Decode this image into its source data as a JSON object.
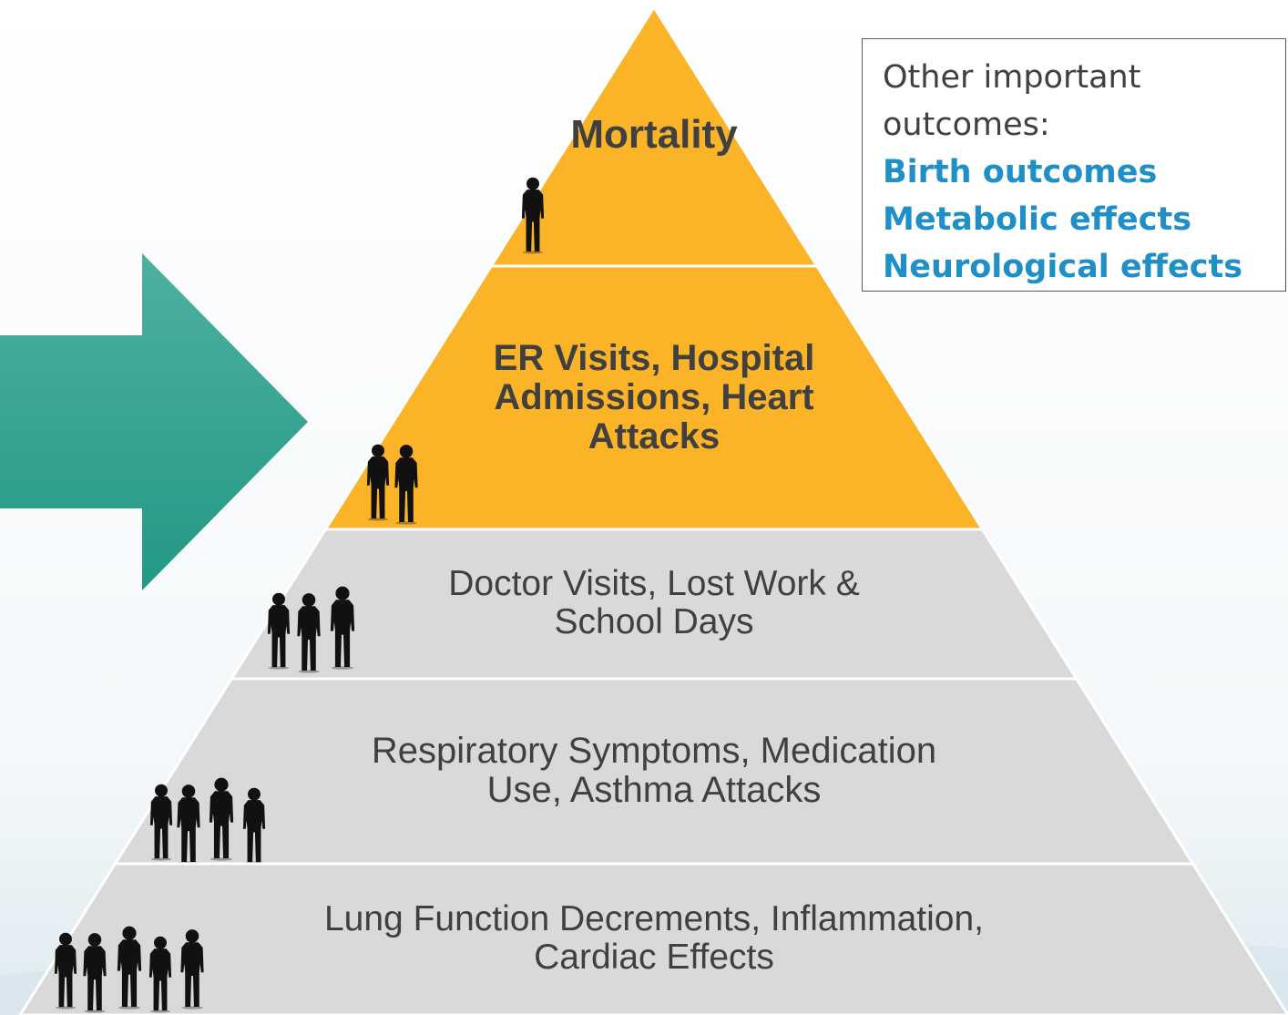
{
  "pyramid": {
    "tiers": [
      {
        "label": "Mortality",
        "people_count": 1,
        "highlight": true
      },
      {
        "label": "ER Visits, Hospital\nAdmissions, Heart\nAttacks",
        "people_count": 2,
        "highlight": true
      },
      {
        "label": "Doctor Visits, Lost Work &\nSchool Days",
        "people_count": 3,
        "highlight": false
      },
      {
        "label": "Respiratory Symptoms, Medication\nUse, Asthma Attacks",
        "people_count": 4,
        "highlight": false
      },
      {
        "label": "Lung Function Decrements, Inflammation,\nCardiac Effects",
        "people_count": 5,
        "highlight": false
      }
    ],
    "colors": {
      "highlight": "#fbb328",
      "base": "#d9d9d9",
      "arrow": "#2e9e8a",
      "people": "#111111"
    }
  },
  "other_outcomes": {
    "heading": "Other important\noutcomes:",
    "items": [
      "Birth outcomes",
      "Metabolic effects",
      "Neurological effects"
    ],
    "item_color": "#1f8fc6"
  }
}
